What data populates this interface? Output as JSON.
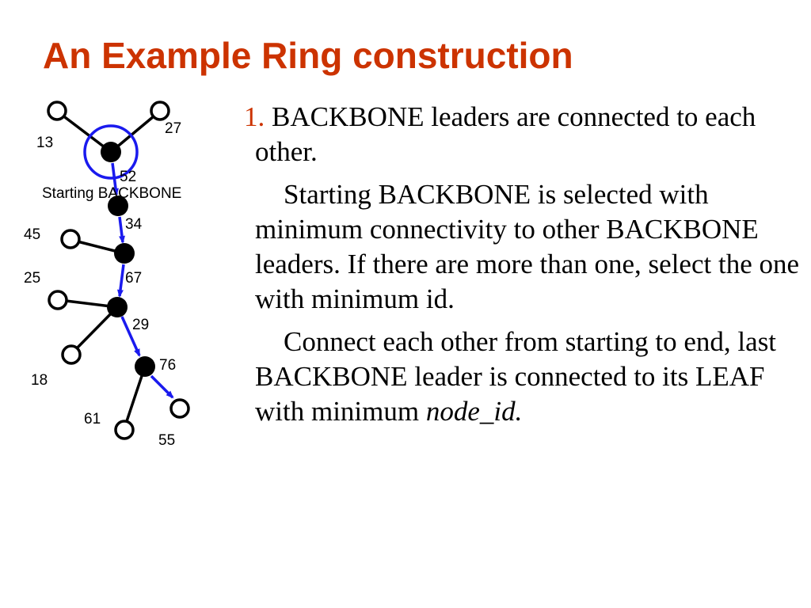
{
  "title": "An Example Ring construction",
  "diagram": {
    "starting_label": "Starting BACKBONE",
    "node_labels": [
      "13",
      "27",
      "52",
      "34",
      "45",
      "67",
      "25",
      "29",
      "18",
      "76",
      "61",
      "55"
    ]
  },
  "paragraphs": {
    "p1": {
      "number": "1.",
      "text": "BACKBONE leaders are connected to each other."
    },
    "p2": {
      "text": "Starting BACKBONE is selected with minimum connectivity to other BACKBONE leaders. If there are more than one, select the one with minimum id."
    },
    "p3": {
      "text": "Connect each other from starting to end, last BACKBONE leader is connected to its LEAF with minimum",
      "italic_end": "node_id."
    }
  },
  "colors": {
    "title": "#cc3300",
    "ring_edge": "#1a1aee",
    "highlight_circle": "#1a1aee"
  }
}
